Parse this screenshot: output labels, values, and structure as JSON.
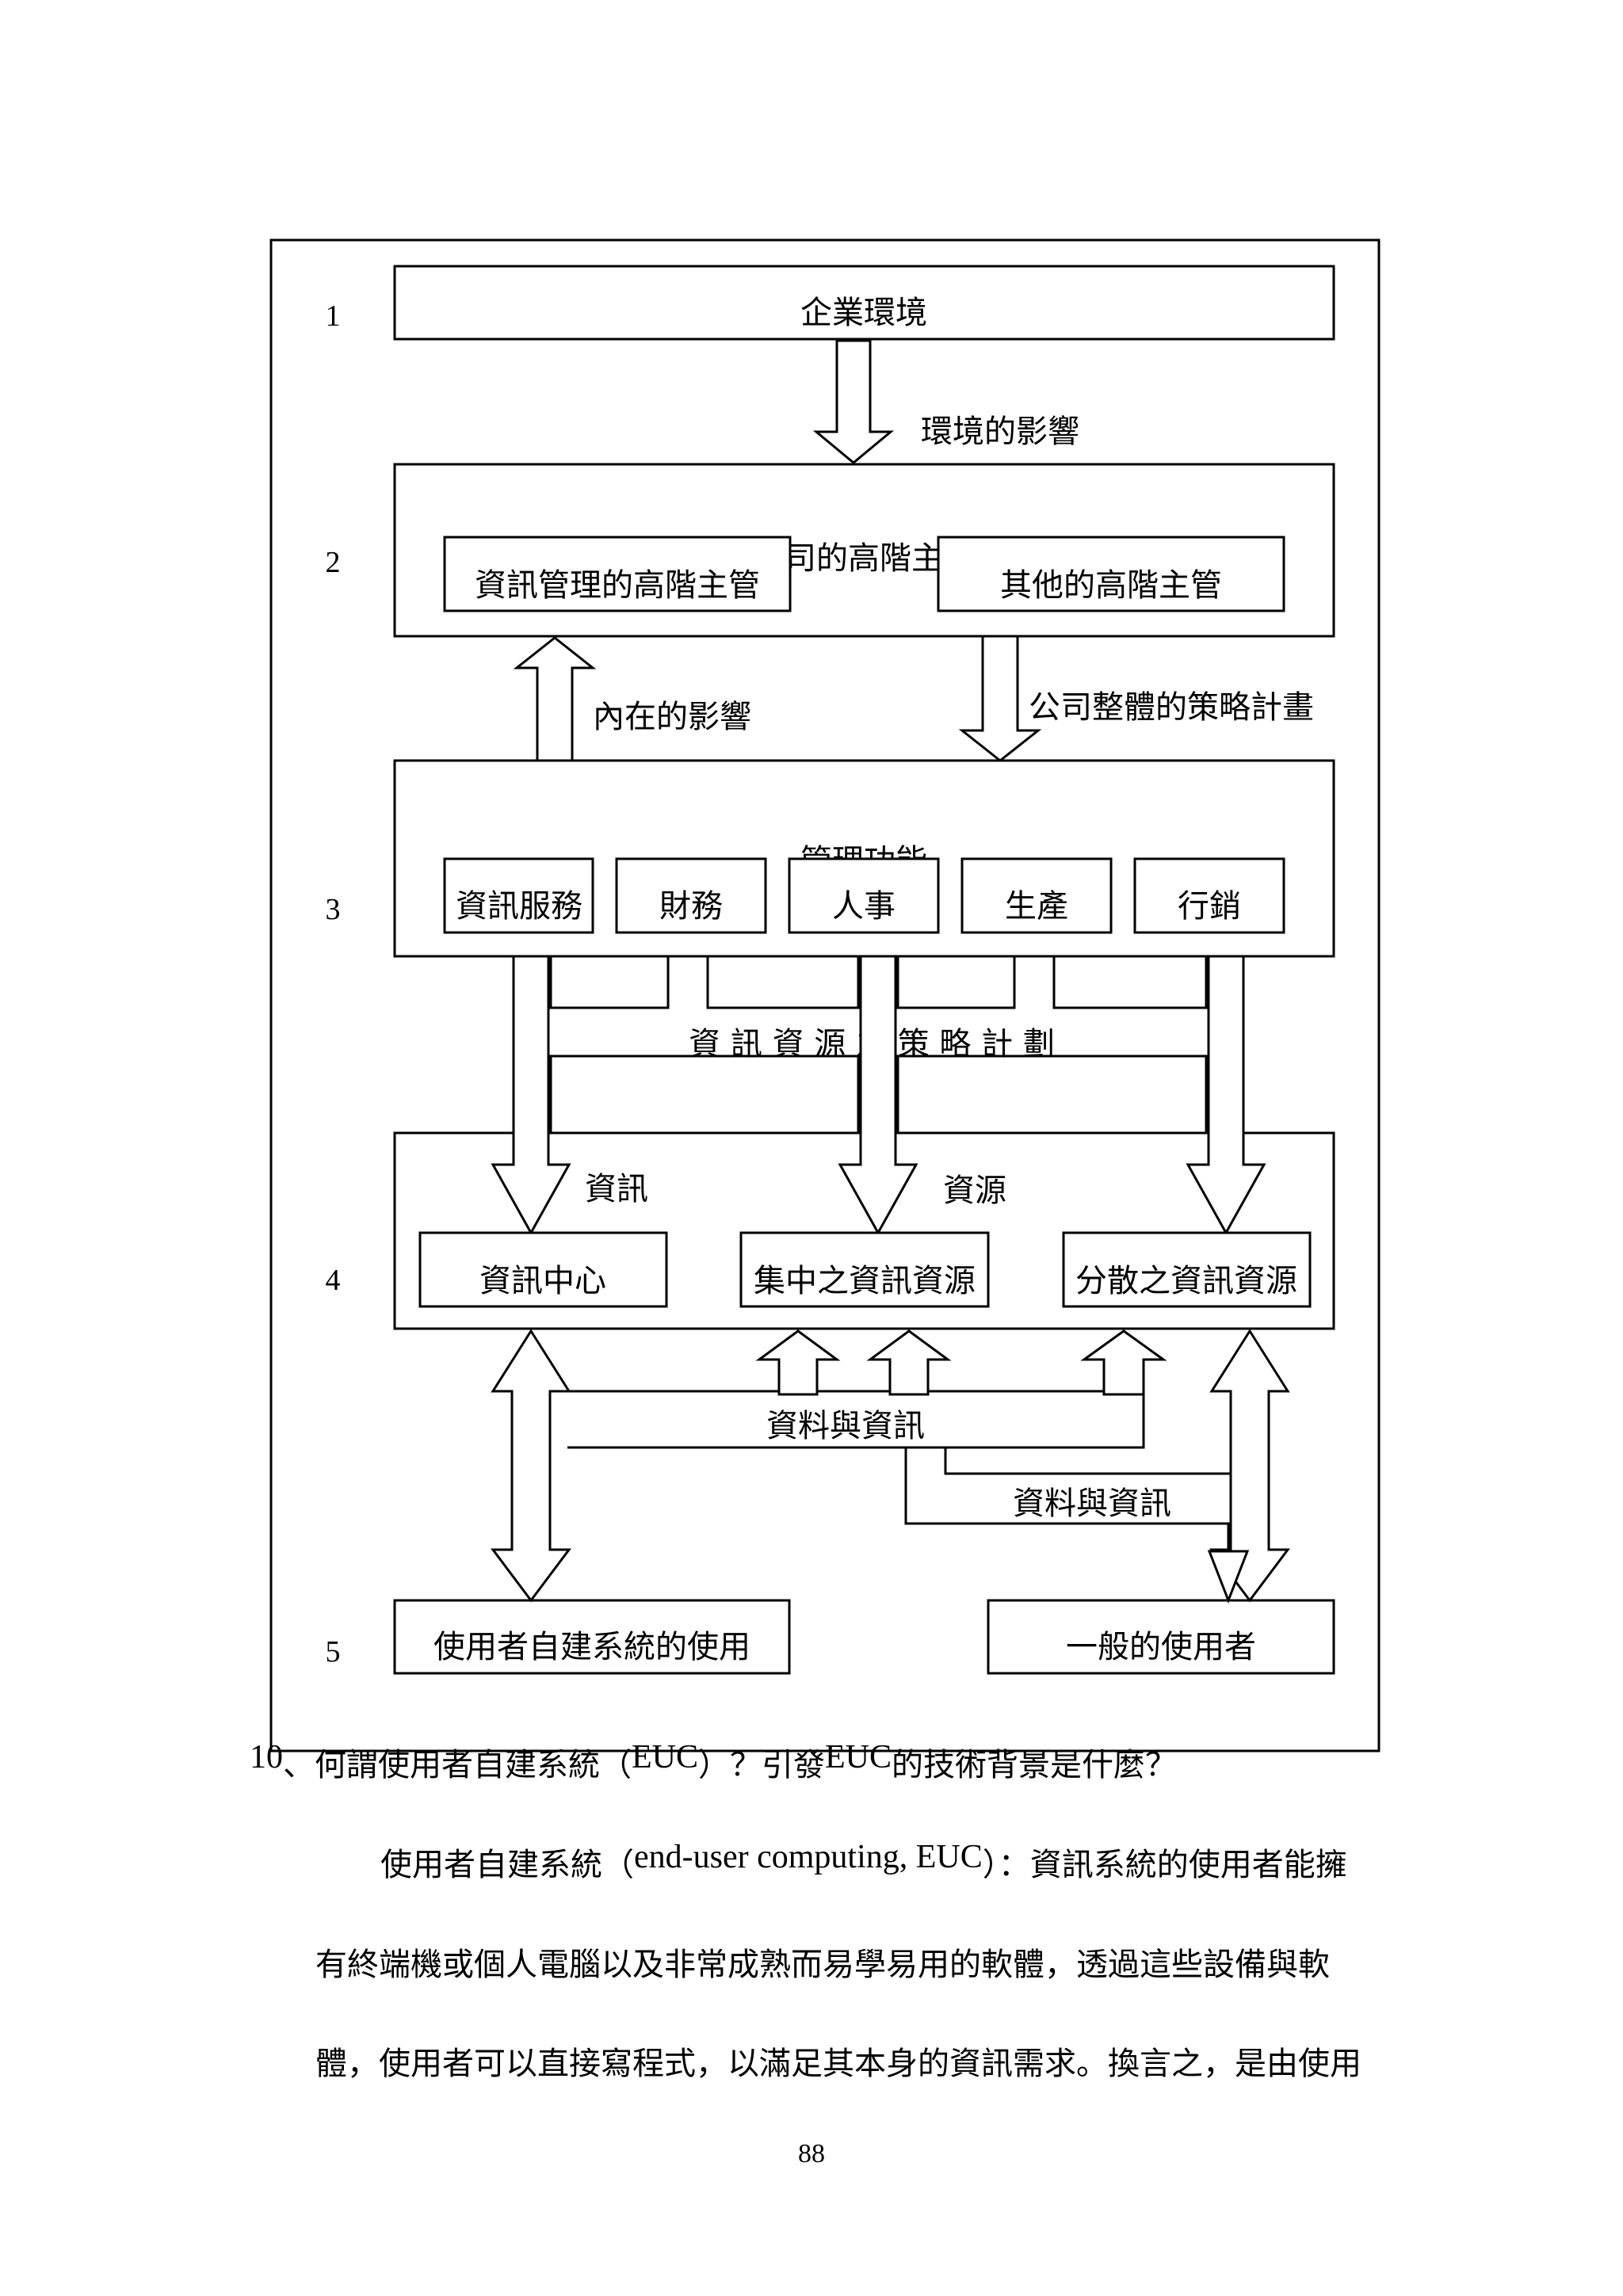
{
  "diagram": {
    "row_numbers": [
      "1",
      "2",
      "3",
      "4",
      "5"
    ],
    "business_environment": "企業環境",
    "environment_influence": "環境的影響",
    "senior_management_hidden": "公司的高階主管",
    "senior_is_management": "資訊管理的高階主管",
    "other_senior_management": "其他的高階主管",
    "internal_influence": "內在的影響",
    "corporate_strategic_plan": "公司整體的策略計畫",
    "management_functions_hidden": "管理功能",
    "functions": [
      "資訊服務",
      "財務",
      "人事",
      "生產",
      "行銷"
    ],
    "info_resource_strategic_plan": "資 訊 資 源 之 策 略 計 劃",
    "info_resources_left": "資訊",
    "info_resources_right": "資源",
    "info_center": "資訊中心",
    "centralized_resources": "集中之資訊資源",
    "distributed_resources": "分散之資訊資源",
    "data_and_info_1": "資料與資訊",
    "data_and_info_2": "資料與資訊",
    "euc_users": "使用者自建系統的使用",
    "general_users": "一般的使用者"
  },
  "text": {
    "question_num": "10",
    "question_a": "、何謂使用者自建系統（",
    "question_euc1": "EUC",
    "question_b": "）？引發",
    "question_euc2": "EUC",
    "question_c": "的技術背景是什麼？",
    "para1_a": "使用者自建系統（",
    "para1_latin": "end-user computing, EUC",
    "para1_b": "）：資訊系統的使用者能擁",
    "para2": "有終端機或個人電腦以及非常成熟而易學易用的軟體，透過這些設備與軟",
    "para3": "體，使用者可以直接寫程式，以滿足其本身的資訊需求。換言之，是由使用"
  },
  "page_number": "88"
}
